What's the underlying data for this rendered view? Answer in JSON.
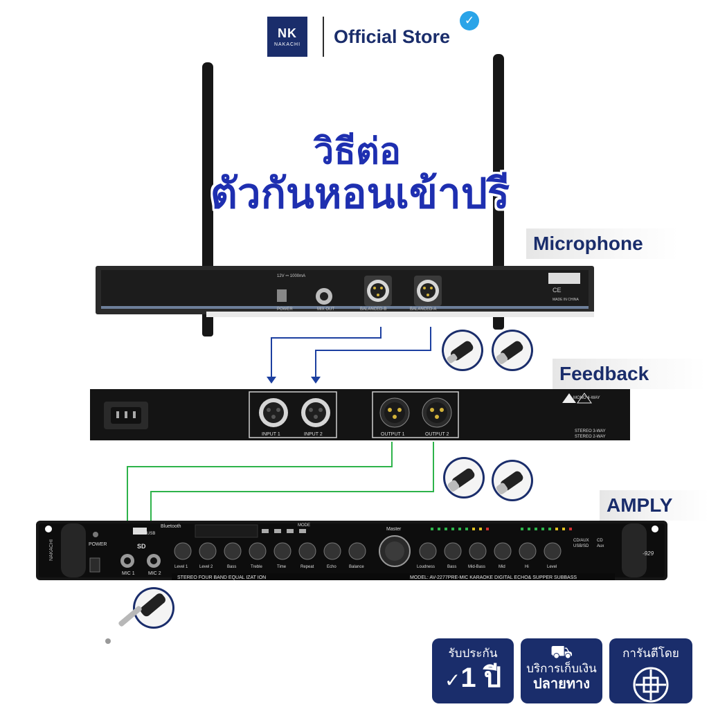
{
  "header": {
    "brand_mark": "NK",
    "brand_name": "NAKACHI",
    "store_label": "Official Store",
    "verified_icon": "check-badge-icon"
  },
  "title": {
    "line1": "วิธีต่อ",
    "line2": "ตัวกันหอนเข้าปรี"
  },
  "labels": {
    "microphone": "Microphone",
    "feedback": "Feedback",
    "amply": "AMPLY"
  },
  "receiver": {
    "power_spec": "12V ⎓ 1000mA",
    "power": "POWER",
    "mix_out": "MIX OUT",
    "balanced_b": "BALANCED-B",
    "balanced_a": "BALANCED-A",
    "ce": "CE",
    "made_in": "MADE IN CHINA"
  },
  "feedback_unit": {
    "input1": "INPUT 1",
    "input2": "INPUT 2",
    "output1": "OUTPUT 1",
    "output2": "OUTPUT 2",
    "mode": "MONO 4-WAY",
    "stereo3": "STEREO 3-WAY",
    "stereo2": "STEREO 2-WAY"
  },
  "amp": {
    "brand": "NAKACHI",
    "power": "POWER",
    "mic1": "MIC 1",
    "mic2": "MIC 2",
    "usb": "USB",
    "sd": "SD",
    "bluetooth": "Bluetooth",
    "mode": "MODE",
    "master": "Master",
    "knobs": [
      "Level 1",
      "Level 2",
      "Bass",
      "Treble",
      "Time",
      "Repeat",
      "Echo",
      "Balance"
    ],
    "eq_knobs": [
      "Loudness",
      "Bass",
      "Mid-Bass",
      "Mid",
      "Hi",
      "Level"
    ],
    "strip_left": "STEREO FOUR BAND EQUAL IZAT ION",
    "strip_right": "MODEL: AV-2277PRE-MIC KARAOKE DIGITAL ECHO& SUPPER SUBBASS",
    "cd_aux": "CD/AUX",
    "usb_sd": "USB/SD",
    "cd": "CD",
    "aux": "Aux",
    "model_short": "-929"
  },
  "badges": [
    {
      "top": "รับประกัน",
      "big": "1 ปี"
    },
    {
      "mid": "บริการเก็บเงิน",
      "mid2": "ปลายทาง"
    },
    {
      "top": "การันตีโดย"
    }
  ],
  "colors": {
    "brand_navy": "#1a2d6b",
    "title_blue": "#1e2fb0",
    "arrow_blue": "#1c3fa0",
    "arrow_green": "#2db34a",
    "verified_blue": "#2aa4e8"
  }
}
